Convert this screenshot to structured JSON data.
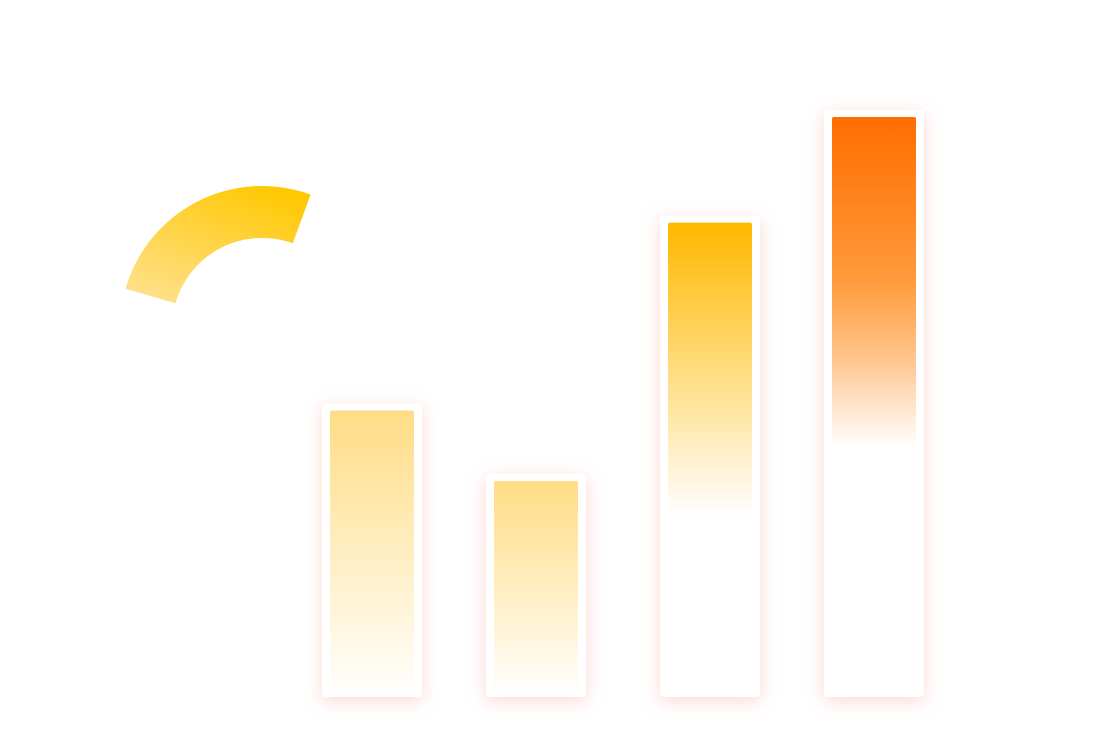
{
  "chart_data": [
    {
      "type": "bar",
      "categories": [
        "",
        "",
        "",
        ""
      ],
      "values": [
        50,
        38,
        82,
        100
      ],
      "ylim": [
        0,
        100
      ],
      "grid": false,
      "colors": {
        "bar_1_top": "#FFDD85",
        "bar_2_top": "#FFDD85",
        "bar_3_top": "#FFB800",
        "bar_4_top": "#FF6D00",
        "bar_bottom": "#FFFFFF",
        "frame": "#FFFFFF",
        "glow": "#F4A99B"
      }
    },
    {
      "type": "pie",
      "shape": "donut-arc",
      "values": [
        20
      ],
      "colors": {
        "arc_start": "#FFC800",
        "arc_end": "#FFE08A"
      }
    }
  ]
}
